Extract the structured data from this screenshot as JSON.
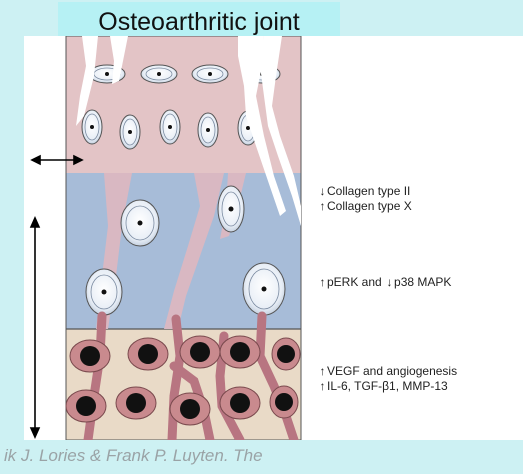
{
  "title": "Osteoarthritic  joint",
  "annotations": {
    "zone_middle": [
      {
        "arrow": "↓",
        "text": "Collagen type II"
      },
      {
        "arrow": "↑",
        "text": "Collagen type X"
      }
    ],
    "zone_middle_lower": {
      "arrow1": "↑",
      "text1": "pERK and ",
      "arrow2": "↓",
      "text2": "p38 MAPK"
    },
    "zone_bone": [
      {
        "arrow": "↑",
        "text": "VEGF and angiogenesis"
      },
      {
        "arrow": "↑",
        "text": "IL-6, TGF-β1, MMP-13"
      }
    ]
  },
  "citation": "ik J. Lories & Frank P. Luyten. The",
  "colors": {
    "background": "#cdf1f3",
    "cartilage_top": "#e3c4c6",
    "cartilage_middle": "#a7bcd8",
    "bone_zone": "#e9dac7",
    "vessel": "#b87581",
    "cell_dark": "#111111"
  }
}
